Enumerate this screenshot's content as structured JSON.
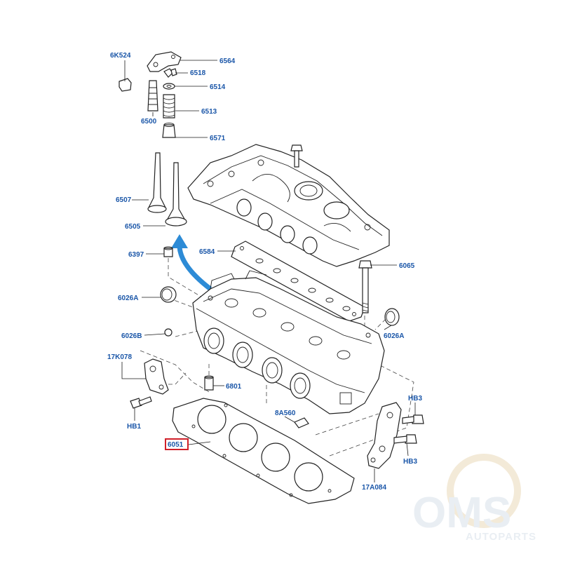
{
  "diagram": {
    "highlight_color": "#d0202a",
    "label_color": "#1a56a8",
    "arrow_color": "#2d8bd6",
    "parts": {
      "p6K524": "6K524",
      "p6564": "6564",
      "p6518": "6518",
      "p6514": "6514",
      "p6513": "6513",
      "p6500": "6500",
      "p6571": "6571",
      "p6507": "6507",
      "p6505": "6505",
      "p6397": "6397",
      "p6584": "6584",
      "p6065": "6065",
      "p6026A_left": "6026A",
      "p6026A_right": "6026A",
      "p6026B": "6026B",
      "p17K078": "17K078",
      "p6801": "6801",
      "pHB1": "HB1",
      "p8A560": "8A560",
      "pHB3_top": "HB3",
      "pHB3_bottom": "HB3",
      "p6051": "6051",
      "p17A084": "17A084"
    }
  },
  "watermark": {
    "brand": "OMS",
    "sub": "AUTOPARTS"
  }
}
